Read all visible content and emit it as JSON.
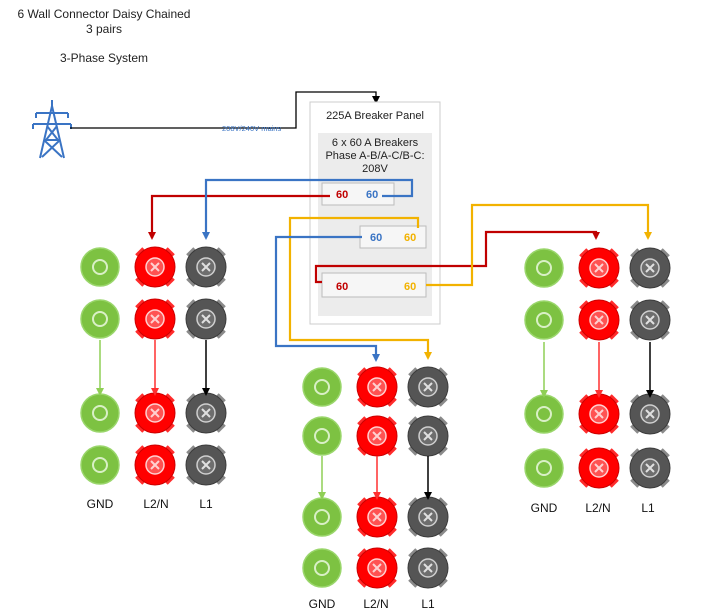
{
  "title": {
    "line1": "6 Wall Connector Daisy Chained",
    "line2": "3 pairs",
    "line3": "3-Phase System"
  },
  "mains_label": "208V/240V mains",
  "panel": {
    "title": "225A Breaker Panel",
    "desc1": "6 x 60 A Breakers",
    "desc2": "Phase A-B/A-C/B-C:",
    "desc3": "208V"
  },
  "breakers": [
    {
      "left": "60",
      "right": "60",
      "left_color": "#c00000",
      "right_color": "#3a74c4"
    },
    {
      "left": "60",
      "right": "60",
      "left_color": "#3a74c4",
      "right_color": "#f2b200"
    },
    {
      "left": "60",
      "right": "60",
      "left_color": "#c00000",
      "right_color": "#f2b200"
    }
  ],
  "terminal_labels": {
    "gnd": "GND",
    "l2n": "L2/N",
    "l1": "L1"
  },
  "colors": {
    "l1_wire": "#3a74c4",
    "l2_wire": "#c00000",
    "l3_wire": "#f2b200",
    "gnd": "#7dc242",
    "hot": "#ff0000",
    "neutral": "#555555",
    "tower": "#3a74c4"
  }
}
